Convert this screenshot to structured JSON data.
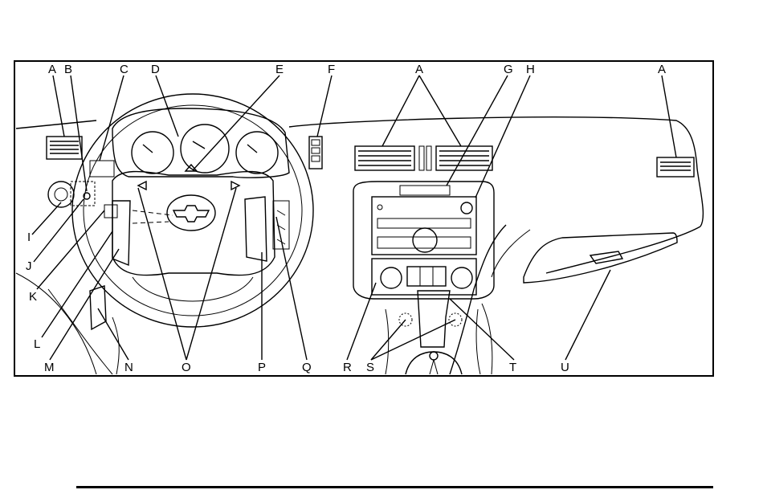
{
  "labels": {
    "A": "A",
    "B": "B",
    "C": "C",
    "D": "D",
    "E": "E",
    "F": "F",
    "G": "G",
    "H": "H",
    "I": "I",
    "J": "J",
    "K": "K",
    "L": "L",
    "M": "M",
    "N": "N",
    "O": "O",
    "P": "P",
    "Q": "Q",
    "R": "R",
    "S": "S",
    "T": "T",
    "U": "U"
  }
}
